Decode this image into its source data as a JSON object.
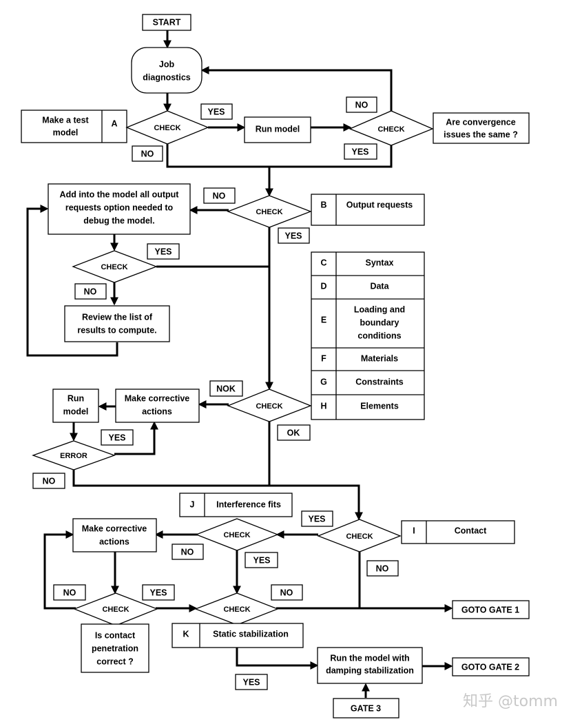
{
  "start": "START",
  "job_diag": [
    "Job",
    "diagnostics"
  ],
  "test_model": [
    "Make a test",
    "model"
  ],
  "letters": {
    "a": "A",
    "b": "B",
    "c": "C",
    "d": "D",
    "e": "E",
    "f": "F",
    "g": "G",
    "h": "H",
    "i": "I",
    "j": "J",
    "k": "K"
  },
  "check": "CHECK",
  "error": "ERROR",
  "run_model": "Run model",
  "run_model2": [
    "Run",
    "model"
  ],
  "convergence": [
    "Are convergence",
    "issues the same ?"
  ],
  "add_output": [
    "Add into the model all output",
    "requests option needed to",
    "debug the model."
  ],
  "review": [
    "Review the list of",
    "results to compute."
  ],
  "output_requests": "Output requests",
  "table": {
    "syntax": "Syntax",
    "data": "Data",
    "loading": [
      "Loading and",
      "boundary",
      "conditions"
    ],
    "materials": "Materials",
    "constraints": "Constraints",
    "elements": "Elements"
  },
  "corrective": [
    "Make corrective",
    "actions"
  ],
  "interference": "Interference fits",
  "contact": "Contact",
  "contact_q": [
    "Is contact",
    "penetration",
    "correct ?"
  ],
  "static_stab": "Static stabilization",
  "damping": [
    "Run the model with",
    "damping stabilization"
  ],
  "goto1": "GOTO GATE 1",
  "goto2": "GOTO GATE 2",
  "gate3": "GATE 3",
  "yes": "YES",
  "no": "NO",
  "ok": "OK",
  "nok": "NOK",
  "watermark": "知乎 @tomm"
}
